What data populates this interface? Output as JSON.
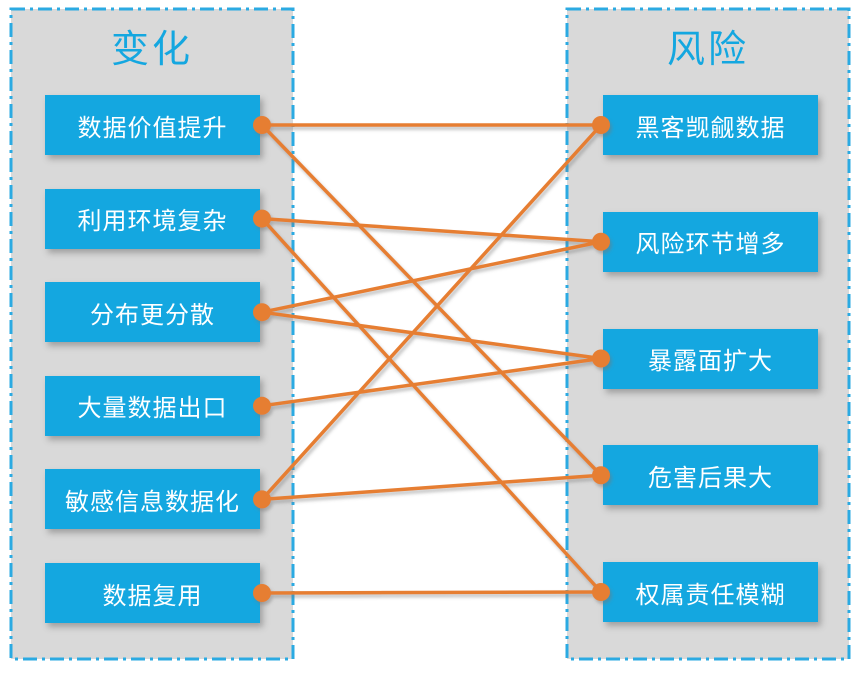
{
  "left_panel": {
    "title": "变化",
    "items": [
      {
        "label": "数据价值提升"
      },
      {
        "label": "利用环境复杂"
      },
      {
        "label": "分布更分散"
      },
      {
        "label": "大量数据出口"
      },
      {
        "label": "敏感信息数据化"
      },
      {
        "label": "数据复用"
      }
    ]
  },
  "right_panel": {
    "title": "风险",
    "items": [
      {
        "label": "黑客觊觎数据"
      },
      {
        "label": "风险环节增多"
      },
      {
        "label": "暴露面扩大"
      },
      {
        "label": "危害后果大"
      },
      {
        "label": "权属责任模糊"
      }
    ]
  },
  "connections": [
    {
      "from": 0,
      "to": 0
    },
    {
      "from": 0,
      "to": 3
    },
    {
      "from": 1,
      "to": 1
    },
    {
      "from": 1,
      "to": 4
    },
    {
      "from": 2,
      "to": 1
    },
    {
      "from": 2,
      "to": 2
    },
    {
      "from": 3,
      "to": 2
    },
    {
      "from": 4,
      "to": 0
    },
    {
      "from": 4,
      "to": 3
    },
    {
      "from": 5,
      "to": 4
    }
  ],
  "colors": {
    "box_blue": "#14A7E0",
    "title_blue": "#14A7E0",
    "panel_gray": "#D9D9D9",
    "border_blue": "#2BAAE2",
    "connector_orange": "#E67E33",
    "item_text": "#FFFFFF"
  }
}
